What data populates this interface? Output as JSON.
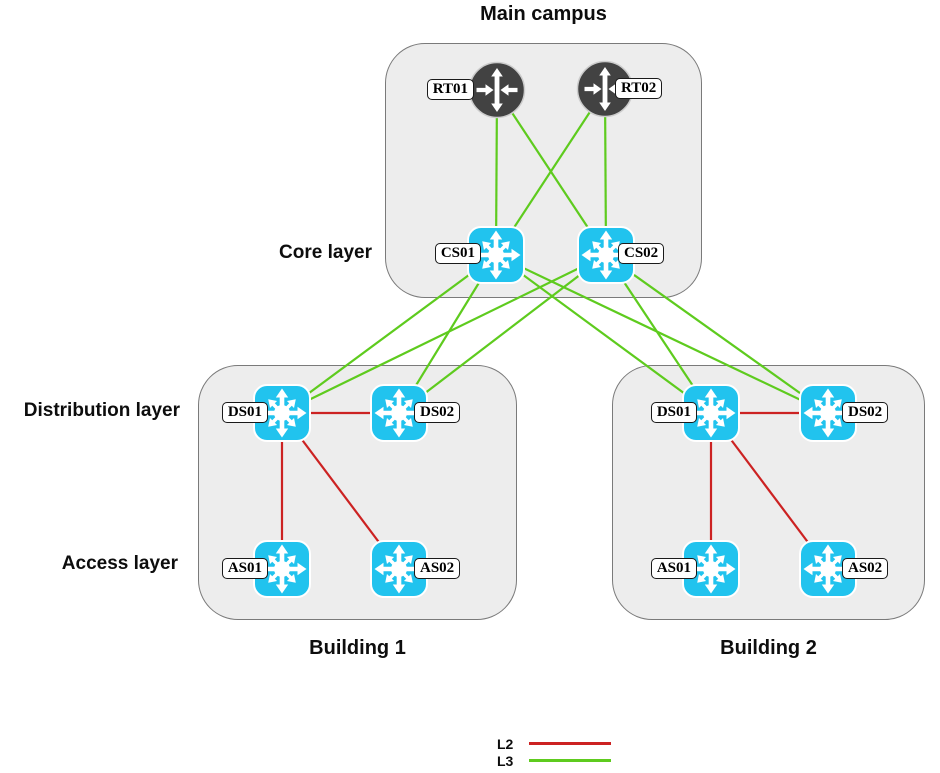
{
  "diagram": {
    "site_title": "Main campus",
    "layer_labels": {
      "core": "Core layer",
      "distribution": "Distribution layer",
      "access": "Access layer"
    },
    "buildings": [
      {
        "id": "building1",
        "label": "Building 1"
      },
      {
        "id": "building2",
        "label": "Building 2"
      }
    ]
  },
  "nodes": [
    {
      "id": "rt01",
      "label": "RT01",
      "type": "router"
    },
    {
      "id": "rt02",
      "label": "RT02",
      "type": "router"
    },
    {
      "id": "cs01",
      "label": "CS01",
      "type": "multilayer-switch"
    },
    {
      "id": "cs02",
      "label": "CS02",
      "type": "multilayer-switch"
    },
    {
      "id": "b1-ds01",
      "label": "DS01",
      "type": "multilayer-switch"
    },
    {
      "id": "b1-ds02",
      "label": "DS02",
      "type": "multilayer-switch"
    },
    {
      "id": "b1-as01",
      "label": "AS01",
      "type": "multilayer-switch"
    },
    {
      "id": "b1-as02",
      "label": "AS02",
      "type": "multilayer-switch"
    },
    {
      "id": "b2-ds01",
      "label": "DS01",
      "type": "multilayer-switch"
    },
    {
      "id": "b2-ds02",
      "label": "DS02",
      "type": "multilayer-switch"
    },
    {
      "id": "b2-as01",
      "label": "AS01",
      "type": "multilayer-switch"
    },
    {
      "id": "b2-as02",
      "label": "AS02",
      "type": "multilayer-switch"
    }
  ],
  "connections": [
    {
      "from": "rt01",
      "to": "cs01",
      "type": "L3"
    },
    {
      "from": "rt01",
      "to": "cs02",
      "type": "L3"
    },
    {
      "from": "rt02",
      "to": "cs01",
      "type": "L3"
    },
    {
      "from": "rt02",
      "to": "cs02",
      "type": "L3"
    },
    {
      "from": "cs01",
      "to": "b1-ds01",
      "type": "L3"
    },
    {
      "from": "cs01",
      "to": "b1-ds02",
      "type": "L3"
    },
    {
      "from": "cs01",
      "to": "b2-ds01",
      "type": "L3"
    },
    {
      "from": "cs01",
      "to": "b2-ds02",
      "type": "L3"
    },
    {
      "from": "cs02",
      "to": "b1-ds01",
      "type": "L3"
    },
    {
      "from": "cs02",
      "to": "b1-ds02",
      "type": "L3"
    },
    {
      "from": "cs02",
      "to": "b2-ds01",
      "type": "L3"
    },
    {
      "from": "cs02",
      "to": "b2-ds02",
      "type": "L3"
    },
    {
      "from": "b1-ds01",
      "to": "b1-ds02",
      "type": "L2"
    },
    {
      "from": "b1-ds01",
      "to": "b1-as01",
      "type": "L2"
    },
    {
      "from": "b1-ds01",
      "to": "b1-as02",
      "type": "L2"
    },
    {
      "from": "b2-ds01",
      "to": "b2-ds02",
      "type": "L2"
    },
    {
      "from": "b2-ds01",
      "to": "b2-as01",
      "type": "L2"
    },
    {
      "from": "b2-ds01",
      "to": "b2-as02",
      "type": "L2"
    }
  ],
  "legend": [
    {
      "label": "L2",
      "color": "#cc2222"
    },
    {
      "label": "L3",
      "color": "#5ecb1e"
    }
  ],
  "colors": {
    "l2_link": "#cc2222",
    "l3_link": "#5ecb1e",
    "switch_icon": "#21c3ee",
    "router_icon": "#424242",
    "group_fill": "#ededed",
    "group_border": "#7a7a7a"
  }
}
